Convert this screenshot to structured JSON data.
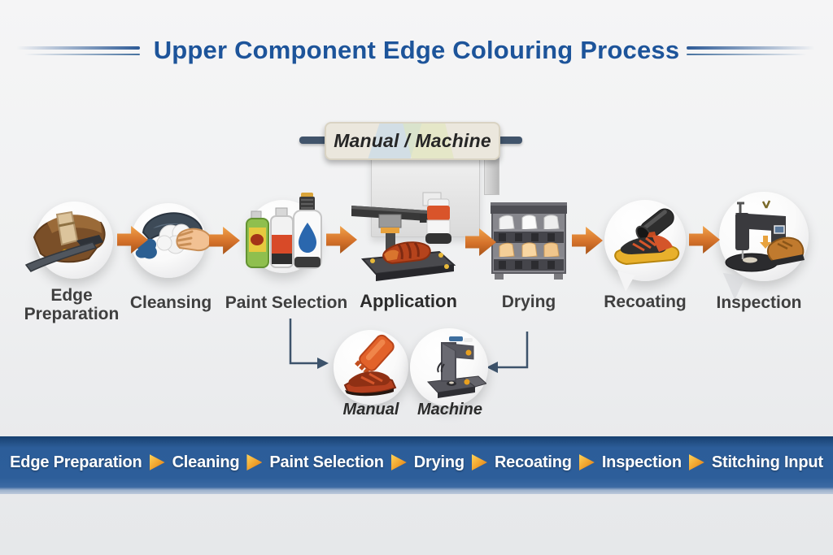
{
  "title": "Upper Component Edge Colouring Process",
  "sign": {
    "label": "Manual / Machine"
  },
  "steps": [
    {
      "label": "Edge Preparation",
      "icon": "leather-edge-tool-icon"
    },
    {
      "label": "Cleansing",
      "icon": "hand-wiping-cloth-icon"
    },
    {
      "label": "Paint Selection",
      "icon": "paint-bottles-icon"
    },
    {
      "label": "Application",
      "icon": "edge-colouring-machine-icon"
    },
    {
      "label": "Drying",
      "icon": "drying-rack-icon"
    },
    {
      "label": "Recoating",
      "icon": "paint-roller-shoe-icon"
    },
    {
      "label": "Inspection",
      "icon": "sewing-machine-shoe-icon"
    }
  ],
  "branch": {
    "options": [
      {
        "label": "Manual",
        "icon": "hand-tool-shoe-icon"
      },
      {
        "label": "Machine",
        "icon": "edge-finishing-machine-icon"
      }
    ]
  },
  "bottom_bar": {
    "items": [
      "Edge Preparation",
      "Cleaning",
      "Paint Selection",
      "Drying",
      "Recoating",
      "Inspection",
      "Stitching Input"
    ]
  },
  "colors": {
    "title_blue": "#1d549a",
    "bar_blue": "#2d5e9a",
    "arrow_orange": "#d4712a",
    "connector_slate": "#3d536b",
    "sign_beige": "#ebe7dd"
  }
}
